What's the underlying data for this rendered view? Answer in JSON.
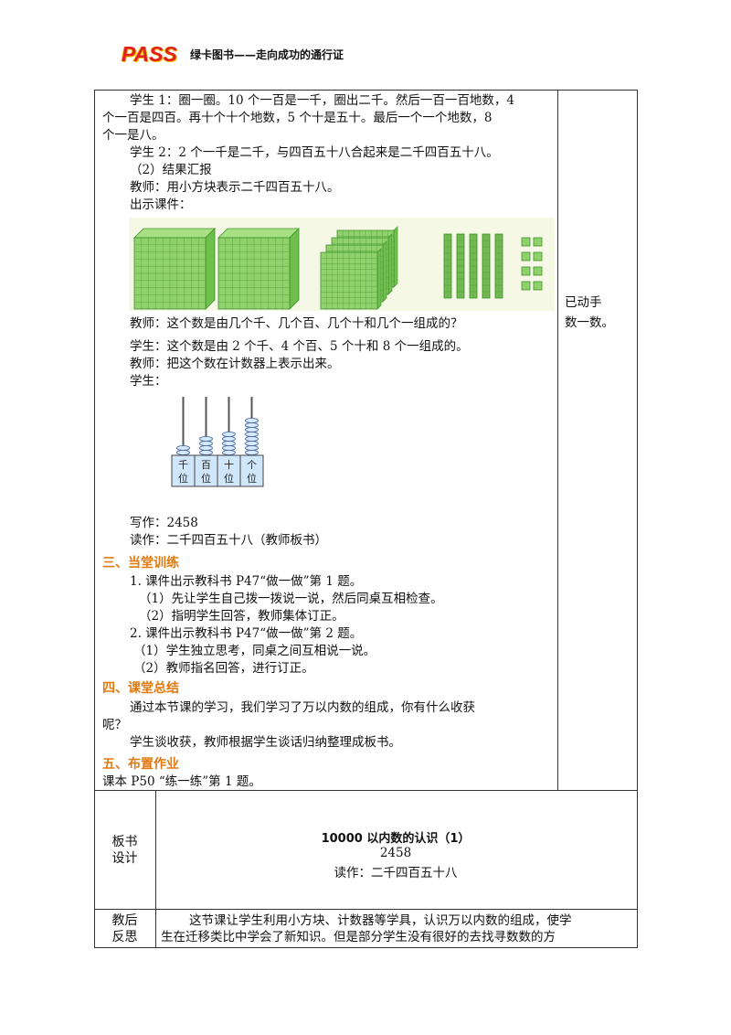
{
  "header": {
    "logo": "PASS",
    "slogan": "绿卡图书——走向成功的通行证"
  },
  "body": {
    "lines": [
      "学生 1：圈一圈。10 个一百是一千，圈出二千。然后一百一百地数，4",
      "个一百是四百。再十个十个地数，5 个十是五十。最后一个一个地数，8",
      "个一是八。",
      "学生 2：2 个一千是二千，与四百五十八合起来是二千四百五十八。",
      "（2）结果汇报",
      "教师：用小方块表示二千四百五十八。",
      "出示课件：",
      "教师：这个数是由几个千、几个百、几个十和几个一组成的？",
      "学生：这个数是由 2 个千、4 个百、5 个十和 8 个一组成的。",
      "教师：把这个数在计数器上表示出来。",
      "学生："
    ],
    "abacus_labels": [
      "千位",
      "百位",
      "十位",
      "个位"
    ],
    "write_label": "写作：2458",
    "read_label": "读作：二千四百五十八（教师板书）",
    "sections": [
      {
        "title": "三、当堂训练",
        "items": [
          "1. 课件出示教科书 P47“做一做”第 1 题。",
          "（1）先让学生自己拨一拨说一说，然后同桌互相检查。",
          "（2）指明学生回答，教师集体订正。",
          "2. 课件出示教科书 P47“做一做”第 2 题。",
          "（1）学生独立思考，同桌之间互相说一说。",
          "（2）教师指名回答，进行订正。"
        ]
      },
      {
        "title": "四、课堂总结",
        "items": [
          "通过本节课的学习，我们学习了万以内数的组成，你有什么收获",
          "呢？",
          "学生谈收获，教师根据学生谈话归纳整理成板书。"
        ]
      },
      {
        "title": "五、布置作业",
        "items": [
          "课本 P50 “练一练”第 1 题。"
        ]
      }
    ],
    "side_note": [
      "已动手",
      "数一数。"
    ]
  },
  "board": {
    "label": [
      "板书",
      "设计"
    ],
    "title": "10000 以内数的认识（1）",
    "number": "2458",
    "reading": "读作：二千四百五十八"
  },
  "reflection": {
    "label": [
      "教后",
      "反思"
    ],
    "lines": [
      "这节课让学生利用小方块、计数器等学具，认识万以内数的组成，使学",
      "生在迁移类比中学会了新知识。但是部分学生没有很好的去找寻数数的方"
    ]
  },
  "chart_data": {
    "type": "table",
    "blocks": {
      "thousands": 2,
      "hundreds": 4,
      "tens": 5,
      "ones": 8
    },
    "abacus_beads": [
      2,
      4,
      5,
      8
    ],
    "colors": {
      "cube": "#8fd16a",
      "cube_edge": "#3f8f2c",
      "section_title": "#e07a10"
    }
  }
}
